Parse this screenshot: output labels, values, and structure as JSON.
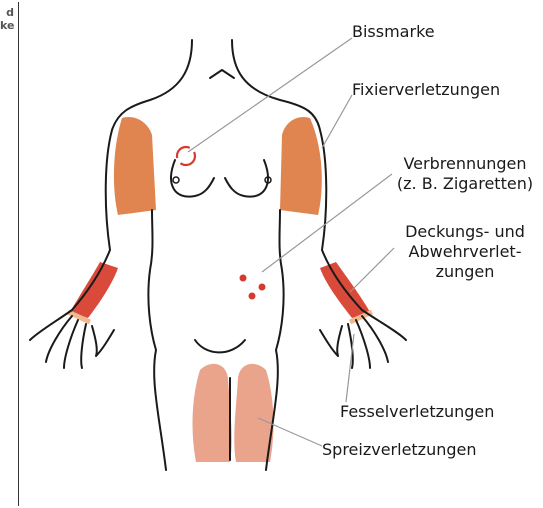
{
  "edge_text": {
    "line1": "d",
    "line2": "ke"
  },
  "labels": {
    "bite_mark": "Bissmarke",
    "fixation": "Fixierverletzungen",
    "burns_line1": "Verbrennungen",
    "burns_line2": "(z. B. Zigaretten)",
    "defense_line1": "Deckungs- und",
    "defense_line2": "Abwehrverlet-",
    "defense_line3": "zungen",
    "fetter": "Fesselverletzungen",
    "spread": "Spreizverletzungen"
  },
  "colors": {
    "outline": "#1a1a1a",
    "leader": "#999999",
    "upper_arm": "#e0854f",
    "forearm": "#d94a3a",
    "wrist_band": "#f0b890",
    "inner_thigh": "#eaa48c",
    "wound": "#d63a2f"
  }
}
